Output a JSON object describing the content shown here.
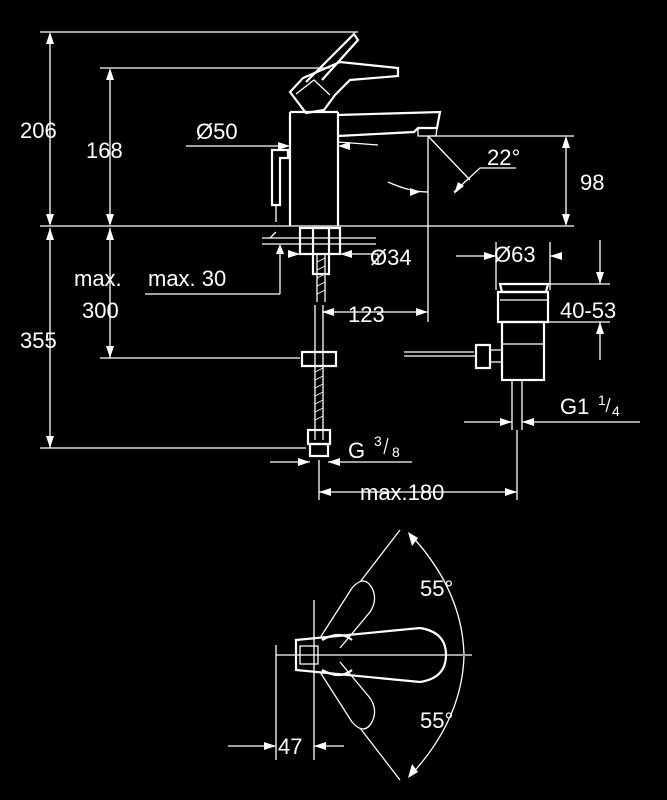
{
  "dimensions": {
    "total_height": "206",
    "spout_height": "168",
    "body_diameter": "Ø50",
    "spout_angle": "22°",
    "spout_clearance": "98",
    "hole_diameter": "Ø34",
    "max_deck_label": "max.",
    "max_deck_value": "max. 30",
    "hose_length": "300",
    "below_deck": "355",
    "spout_reach": "123",
    "waste_diameter": "Ø63",
    "waste_range": "40-53",
    "waste_thread_main": "G1",
    "waste_thread_num": "1",
    "waste_thread_den": "4",
    "supply_thread_main": "G",
    "supply_thread_num": "3",
    "supply_thread_den": "8",
    "max_waste_offset": "max.180",
    "lever_angle_top": "55°",
    "lever_angle_bottom": "55°",
    "lever_offset": "47"
  }
}
